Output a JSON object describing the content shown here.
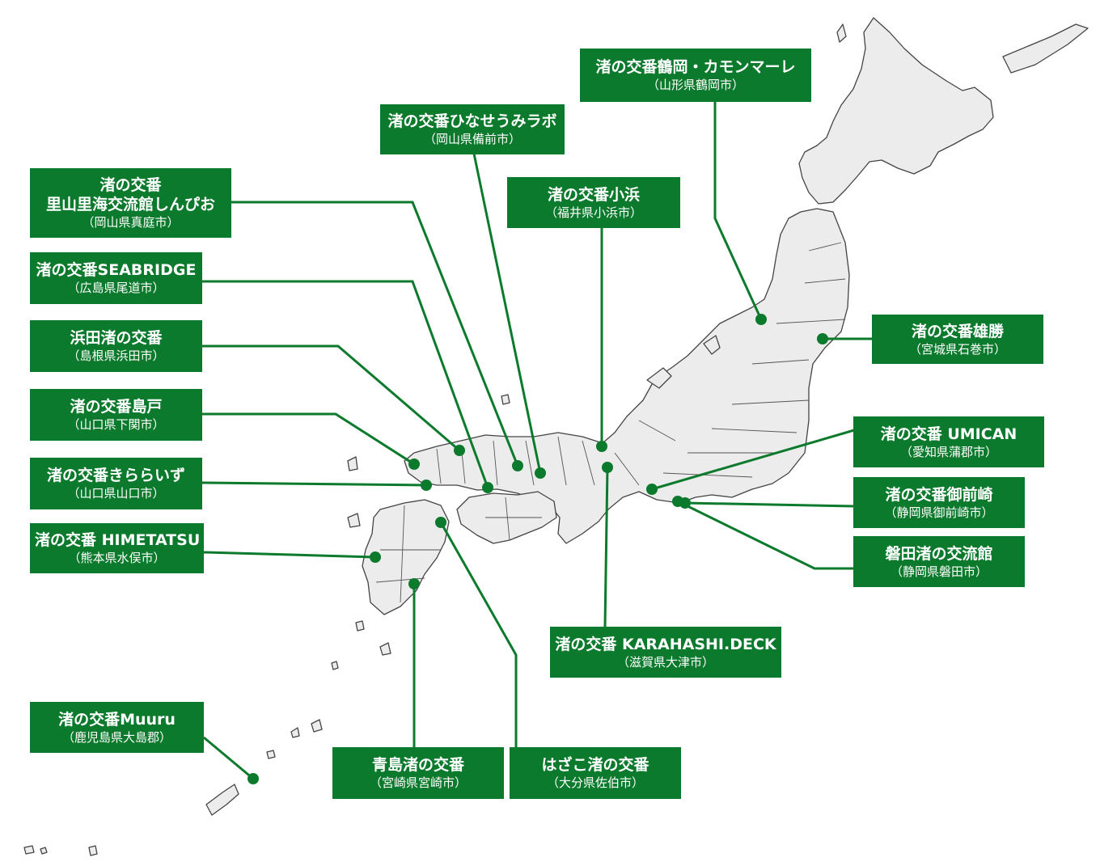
{
  "colors": {
    "label_bg": "#0b7a2c",
    "leader": "#0b7a2c",
    "land": "#ececec",
    "border": "#444444"
  },
  "locations": [
    {
      "id": "tsuruoka",
      "name": "渚の交番鶴岡・カモンマーレ",
      "place": "（山形県鶴岡市）"
    },
    {
      "id": "hinase",
      "name": "渚の交番ひなせうみラボ",
      "place": "（岡山県備前市）"
    },
    {
      "id": "maniwa",
      "name": "渚の交番",
      "name2": "里山里海交流館しんぴお",
      "place": "（岡山県真庭市）"
    },
    {
      "id": "obama",
      "name": "渚の交番小浜",
      "place": "（福井県小浜市）"
    },
    {
      "id": "onomichi",
      "name": "渚の交番SEABRIDGE",
      "place": "（広島県尾道市）"
    },
    {
      "id": "hamada",
      "name": "浜田渚の交番",
      "place": "（島根県浜田市）"
    },
    {
      "id": "oshima",
      "name": "渚の交番雄勝",
      "place": "（宮城県石巻市）"
    },
    {
      "id": "shimonoseki",
      "name": "渚の交番島戸",
      "place": "（山口県下関市）"
    },
    {
      "id": "yamaguchi",
      "name": "渚の交番きららいず",
      "place": "（山口県山口市）"
    },
    {
      "id": "gamagori",
      "name": "渚の交番 UMICAN",
      "place": "（愛知県蒲郡市）"
    },
    {
      "id": "omaezaki",
      "name": "渚の交番御前崎",
      "place": "（静岡県御前崎市）"
    },
    {
      "id": "minamata",
      "name": "渚の交番 HIMETATSU",
      "place": "（熊本県水俣市）"
    },
    {
      "id": "iwata",
      "name": "磐田渚の交流館",
      "place": "（静岡県磐田市）"
    },
    {
      "id": "otsu",
      "name": "渚の交番 KARAHASHI.DECK",
      "place": "（滋賀県大津市）"
    },
    {
      "id": "amami",
      "name": "渚の交番Muuru",
      "place": "（鹿児島県大島郡）"
    },
    {
      "id": "aoshima",
      "name": "青島渚の交番",
      "place": "（宮崎県宮崎市）"
    },
    {
      "id": "saiki",
      "name": "はざこ渚の交番",
      "place": "（大分県佐伯市）"
    }
  ]
}
